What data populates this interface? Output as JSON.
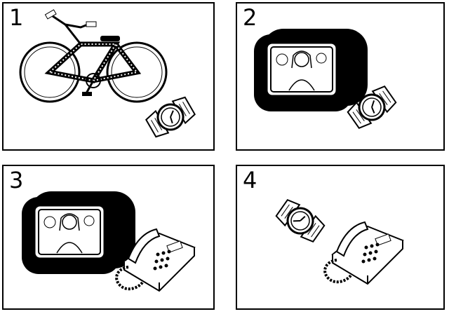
{
  "panels": [
    {
      "label": "1",
      "items": [
        "bicycle-icon",
        "wristwatch-icon"
      ]
    },
    {
      "label": "2",
      "items": [
        "television-icon",
        "wristwatch-icon"
      ]
    },
    {
      "label": "3",
      "items": [
        "television-icon",
        "telephone-icon"
      ]
    },
    {
      "label": "4",
      "items": [
        "wristwatch-icon",
        "telephone-icon"
      ]
    }
  ],
  "colors": {
    "ink": "#000000",
    "paper": "#ffffff"
  }
}
